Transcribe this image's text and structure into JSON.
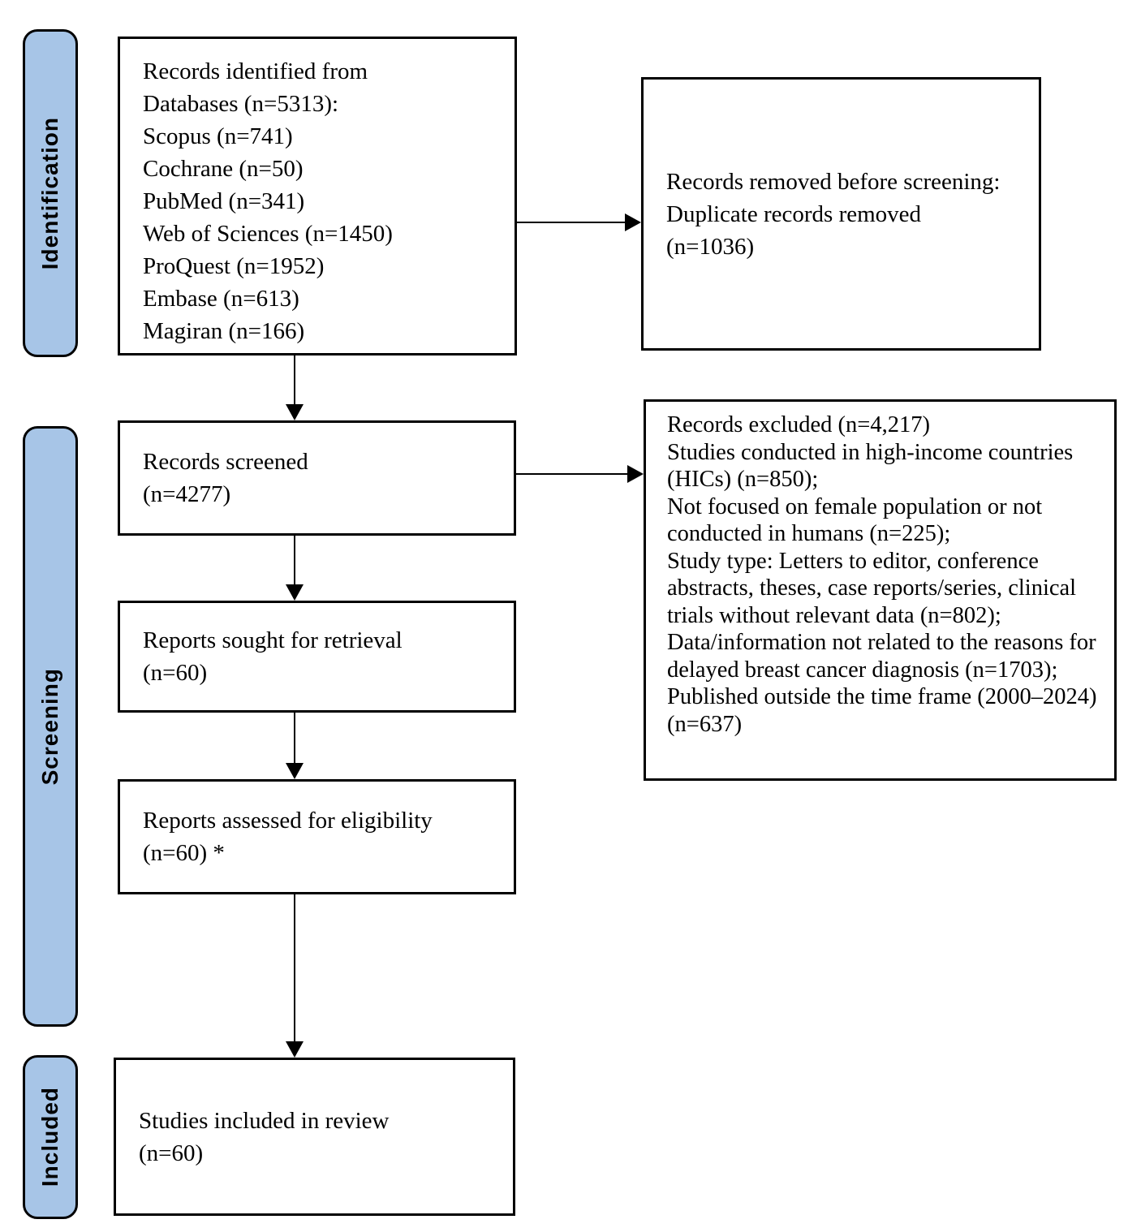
{
  "title": "PRISMA flow diagram",
  "colors": {
    "stage_fill": "#A7C5E7",
    "stage_border": "#000000",
    "box_bg": "#FFFFFF",
    "box_border": "#000000",
    "arrow": "#000000"
  },
  "stages": {
    "identification": "Identification",
    "screening": "Screening",
    "included": "Included"
  },
  "boxes": {
    "identified": {
      "lines": [
        "Records identified from",
        "Databases (n=5313):",
        "Scopus (n=741)",
        "Cochrane (n=50)",
        "PubMed (n=341)",
        "Web of Sciences (n=1450)",
        "ProQuest (n=1952)",
        "Embase (n=613)",
        "Magiran (n=166)"
      ]
    },
    "removed": {
      "lines": [
        "Records removed before screening:",
        "Duplicate records removed",
        "(n=1036)"
      ]
    },
    "screened": {
      "lines": [
        "Records screened",
        "(n=4277)"
      ]
    },
    "excluded": {
      "lines": [
        "Records excluded (n=4,217)",
        "Studies conducted in high-income countries (HICs) (n=850);",
        "Not focused on female population or not conducted in humans (n=225);",
        "Study type: Letters to editor, conference abstracts, theses, case reports/series, clinical trials without relevant data (n=802);",
        "Data/information not related to the reasons for delayed breast cancer diagnosis (n=1703);",
        "Published outside the time frame (2000–2024) (n=637)"
      ]
    },
    "sought": {
      "lines": [
        "Reports sought for retrieval",
        "(n=60)"
      ]
    },
    "assessed": {
      "lines": [
        "Reports assessed for eligibility",
        "(n=60) *"
      ]
    },
    "included": {
      "lines": [
        "Studies included in review",
        "(n=60)"
      ]
    }
  }
}
